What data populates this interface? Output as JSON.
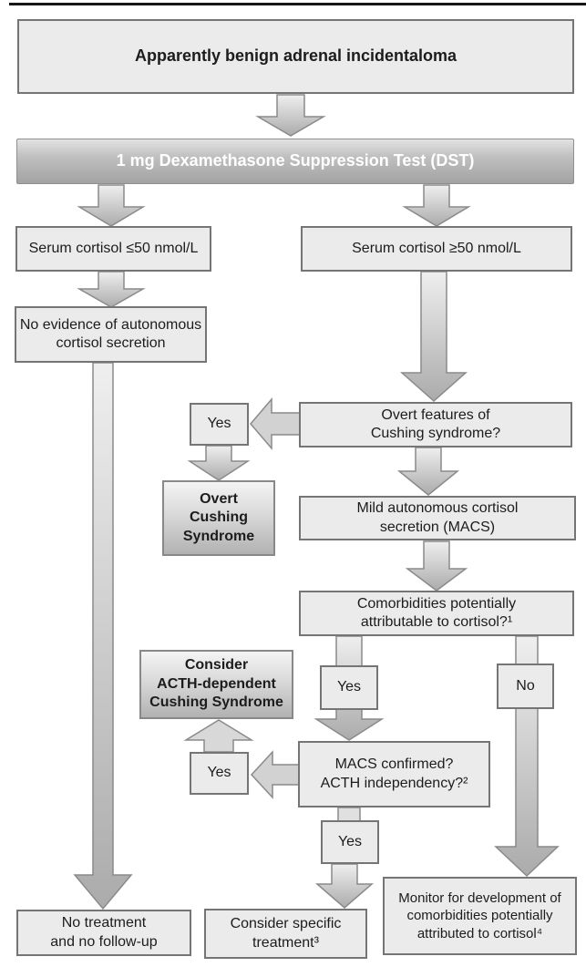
{
  "flowchart": {
    "title": "Apparently benign adrenal incidentaloma",
    "colors": {
      "node_fill": "#ebebeb",
      "node_border": "#757575",
      "gradient_node_top": "#f4f4f4",
      "gradient_node_bottom": "#b2b2b2",
      "dst_bar_top": "#e3e3e3",
      "dst_bar_bottom": "#a3a3a3",
      "dst_text": "#ffffff",
      "arrow_fill_light": "#efefef",
      "arrow_fill_dark": "#ababab",
      "arrow_border": "#8a8a8a",
      "top_rule": "#161616"
    },
    "nodes": {
      "incidentaloma": "Apparently benign adrenal incidentaloma",
      "dst": "1 mg Dexamethasone Suppression Test (DST)",
      "serum_low": "Serum cortisol ≤50 nmol/L",
      "serum_high": "Serum cortisol ≥50 nmol/L",
      "no_evidence": "No evidence of autonomous\ncortisol secretion",
      "yes_overt": "Yes",
      "overt_features": "Overt features of\nCushing syndrome?",
      "overt_cushing": "Overt\nCushing\nSyndrome",
      "macs": "Mild autonomous cortisol\nsecretion (MACS)",
      "comorbidities": "Comorbidities potentially\nattributable to cortisol?¹",
      "yes_comorbid": "Yes",
      "no_comorbid": "No",
      "consider_acth": "Consider\nACTH-dependent\nCushing Syndrome",
      "yes_acth": "Yes",
      "macs_confirmed": "MACS confirmed?\nACTH independency?²",
      "yes_confirmed": "Yes",
      "no_treatment": "No treatment\nand no follow-up",
      "consider_treatment": "Consider specific\ntreatment³",
      "monitor": "Monitor for development of\ncomorbidities potentially\nattributed to cortisol⁴"
    },
    "edges": [
      {
        "from": "incidentaloma",
        "to": "dst"
      },
      {
        "from": "dst",
        "to": "serum_low"
      },
      {
        "from": "dst",
        "to": "serum_high"
      },
      {
        "from": "serum_low",
        "to": "no_evidence"
      },
      {
        "from": "no_evidence",
        "to": "no_treatment"
      },
      {
        "from": "serum_high",
        "to": "overt_features"
      },
      {
        "from": "overt_features",
        "to": "yes_overt"
      },
      {
        "from": "yes_overt",
        "to": "overt_cushing"
      },
      {
        "from": "overt_features",
        "to": "macs"
      },
      {
        "from": "macs",
        "to": "comorbidities"
      },
      {
        "from": "comorbidities",
        "to": "yes_comorbid"
      },
      {
        "from": "comorbidities",
        "to": "no_comorbid"
      },
      {
        "from": "yes_comorbid",
        "to": "macs_confirmed"
      },
      {
        "from": "no_comorbid",
        "to": "monitor"
      },
      {
        "from": "macs_confirmed",
        "to": "yes_acth"
      },
      {
        "from": "yes_acth",
        "to": "consider_acth"
      },
      {
        "from": "macs_confirmed",
        "to": "yes_confirmed"
      },
      {
        "from": "yes_confirmed",
        "to": "consider_treatment"
      }
    ]
  }
}
